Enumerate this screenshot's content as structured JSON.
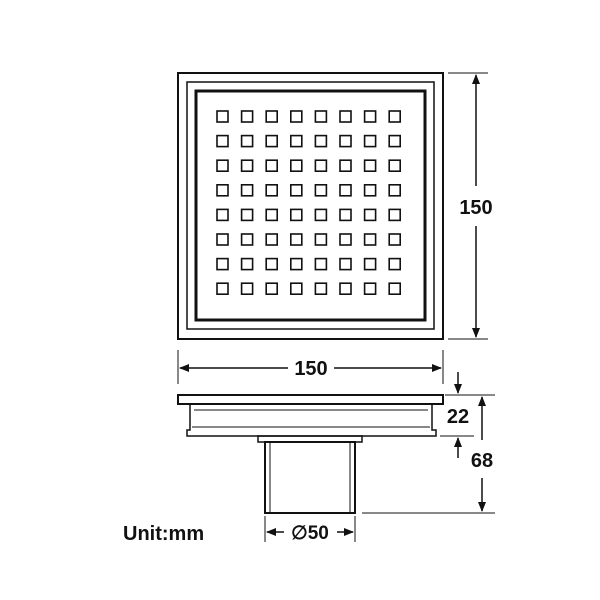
{
  "dimensions": {
    "top_width": "150",
    "top_height": "150",
    "bottom_width": "150",
    "flange_height": "22",
    "total_height": "68",
    "outlet_diameter": "∅50"
  },
  "unit_label": "Unit:mm",
  "grid": {
    "rows": 8,
    "cols": 8
  },
  "colors": {
    "line": "#111111",
    "background": "#ffffff"
  }
}
